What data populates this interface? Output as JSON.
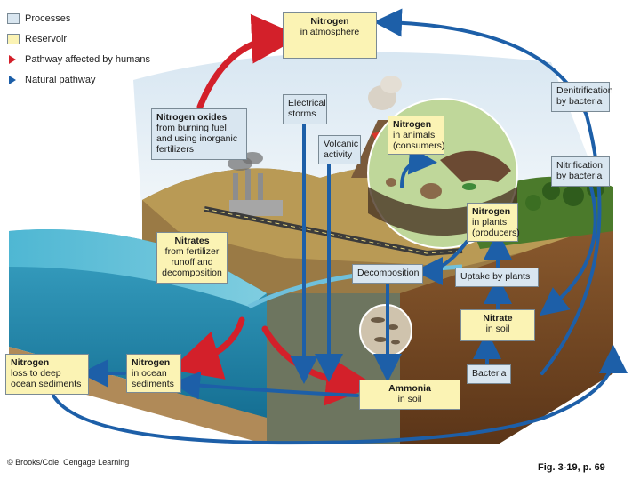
{
  "legend": {
    "processes": "Processes",
    "reservoir": "Reservoir",
    "human": "Pathway affected by humans",
    "natural": "Natural pathway"
  },
  "colors": {
    "process_fill": "#d9e6f0",
    "reservoir_fill": "#fbf3b4",
    "human_arrow": "#d3202a",
    "natural_arrow": "#1d5fa8"
  },
  "labels": {
    "atmosphere": {
      "title": "Nitrogen",
      "sub": "in atmosphere"
    },
    "oxides": {
      "title": "Nitrogen oxides",
      "sub": "from burning fuel and using inorganic fertilizers"
    },
    "storms": "Electrical storms",
    "volcanic": "Volcanic activity",
    "animals": {
      "title": "Nitrogen",
      "sub": "in animals (consumers)"
    },
    "denitrification": "Denitrification by bacteria",
    "nitrification": "Nitrification by bacteria",
    "plants": {
      "title": "Nitrogen",
      "sub": "in plants (producers)"
    },
    "nitrates": {
      "title": "Nitrates",
      "sub": "from fertilizer runoff and decomposition"
    },
    "decomposition": "Decomposition",
    "uptake": "Uptake by plants",
    "nitrate_soil": {
      "title": "Nitrate",
      "sub": "in soil"
    },
    "deep": {
      "title": "Nitrogen",
      "sub": "loss to deep ocean sediments"
    },
    "ocean": {
      "title": "Nitrogen",
      "sub": "in ocean sediments"
    },
    "bacteria": "Bacteria",
    "ammonia": {
      "title": "Ammonia",
      "sub": "in soil"
    }
  },
  "credit": "© Brooks/Cole, Cengage Learning",
  "figure_ref": "Fig. 3-19, p. 69"
}
